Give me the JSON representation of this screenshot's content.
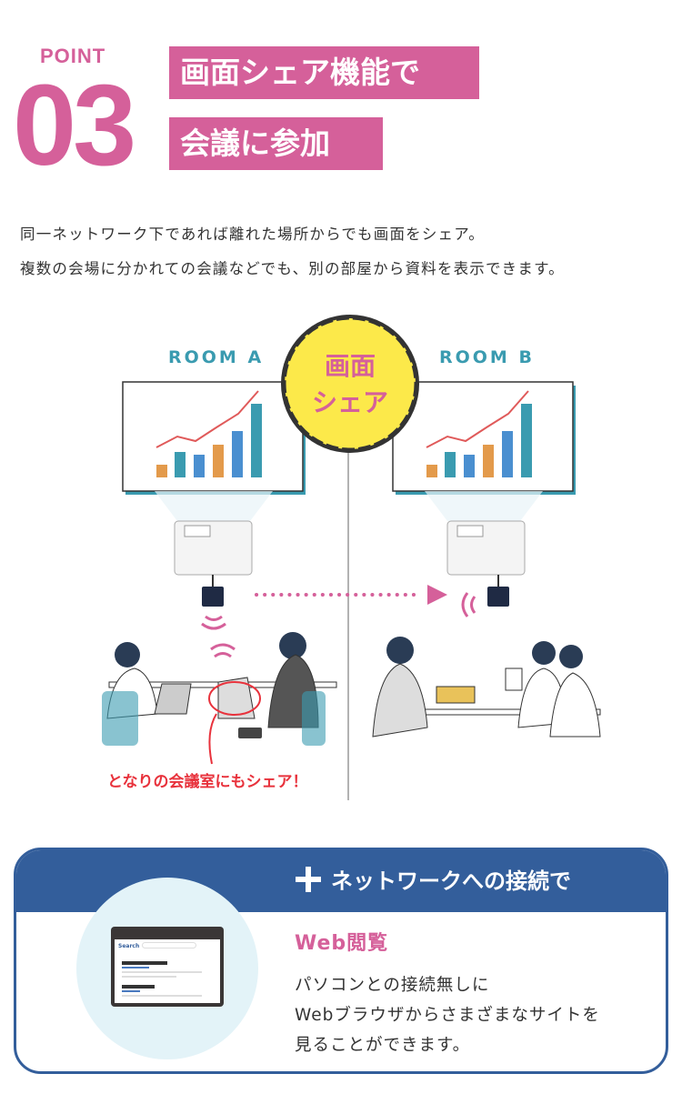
{
  "header": {
    "point_label": "POINT",
    "number": "03",
    "title_line1": "画面シェア機能で",
    "title_line2": "会議に参加"
  },
  "description": [
    "同一ネットワーク下であれば離れた場所からでも画面をシェア。",
    "複数の会場に分かれての会議などでも、別の部屋から資料を表示できます。"
  ],
  "illustration": {
    "room_a": "ROOM A",
    "room_b": "ROOM B",
    "badge_line1": "画面",
    "badge_line2": "シェア",
    "caption": "となりの会議室にもシェア！"
  },
  "colors": {
    "pink": "#d5609a",
    "teal": "#3a9bb0",
    "blue": "#335e9b",
    "yellow": "#fce94a",
    "red": "#e8323c"
  },
  "card": {
    "title": "ネットワークへの接続で",
    "plus_icon": "plus-icon",
    "feature_title": "Web閲覧",
    "body": [
      "パソコンとの接続無しに",
      "Webブラウザからさまざまなサイトを",
      "見ることができます。"
    ],
    "tablet_search": "Search"
  }
}
